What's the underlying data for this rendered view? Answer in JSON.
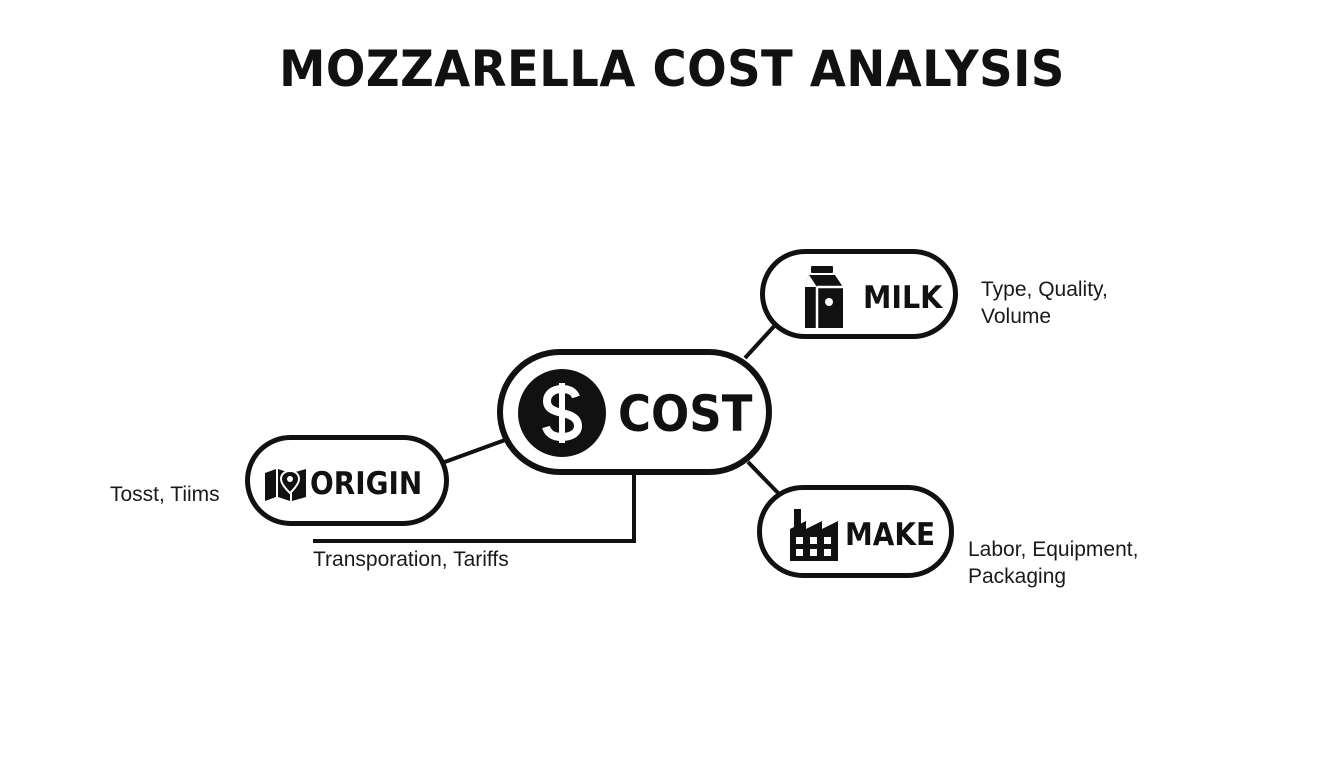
{
  "title": "MOZZARELLA COST ANALYSIS",
  "nodes": {
    "cost": {
      "label": "COST",
      "icon": "dollar-icon"
    },
    "milk": {
      "label": "MILK",
      "icon": "milk-carton-icon"
    },
    "origin": {
      "label": "ORIGIN",
      "icon": "map-pin-icon"
    },
    "make": {
      "label": "MAKE",
      "icon": "factory-icon"
    }
  },
  "notes": {
    "milk": [
      "Type, Quality,",
      "Volume"
    ],
    "origin": "Tosst, Tiims",
    "transport": "Transporation, Tariffs",
    "make": [
      "Labor, Equipment,",
      "Packaging"
    ]
  },
  "colors": {
    "ink": "#111111",
    "background": "#ffffff"
  }
}
